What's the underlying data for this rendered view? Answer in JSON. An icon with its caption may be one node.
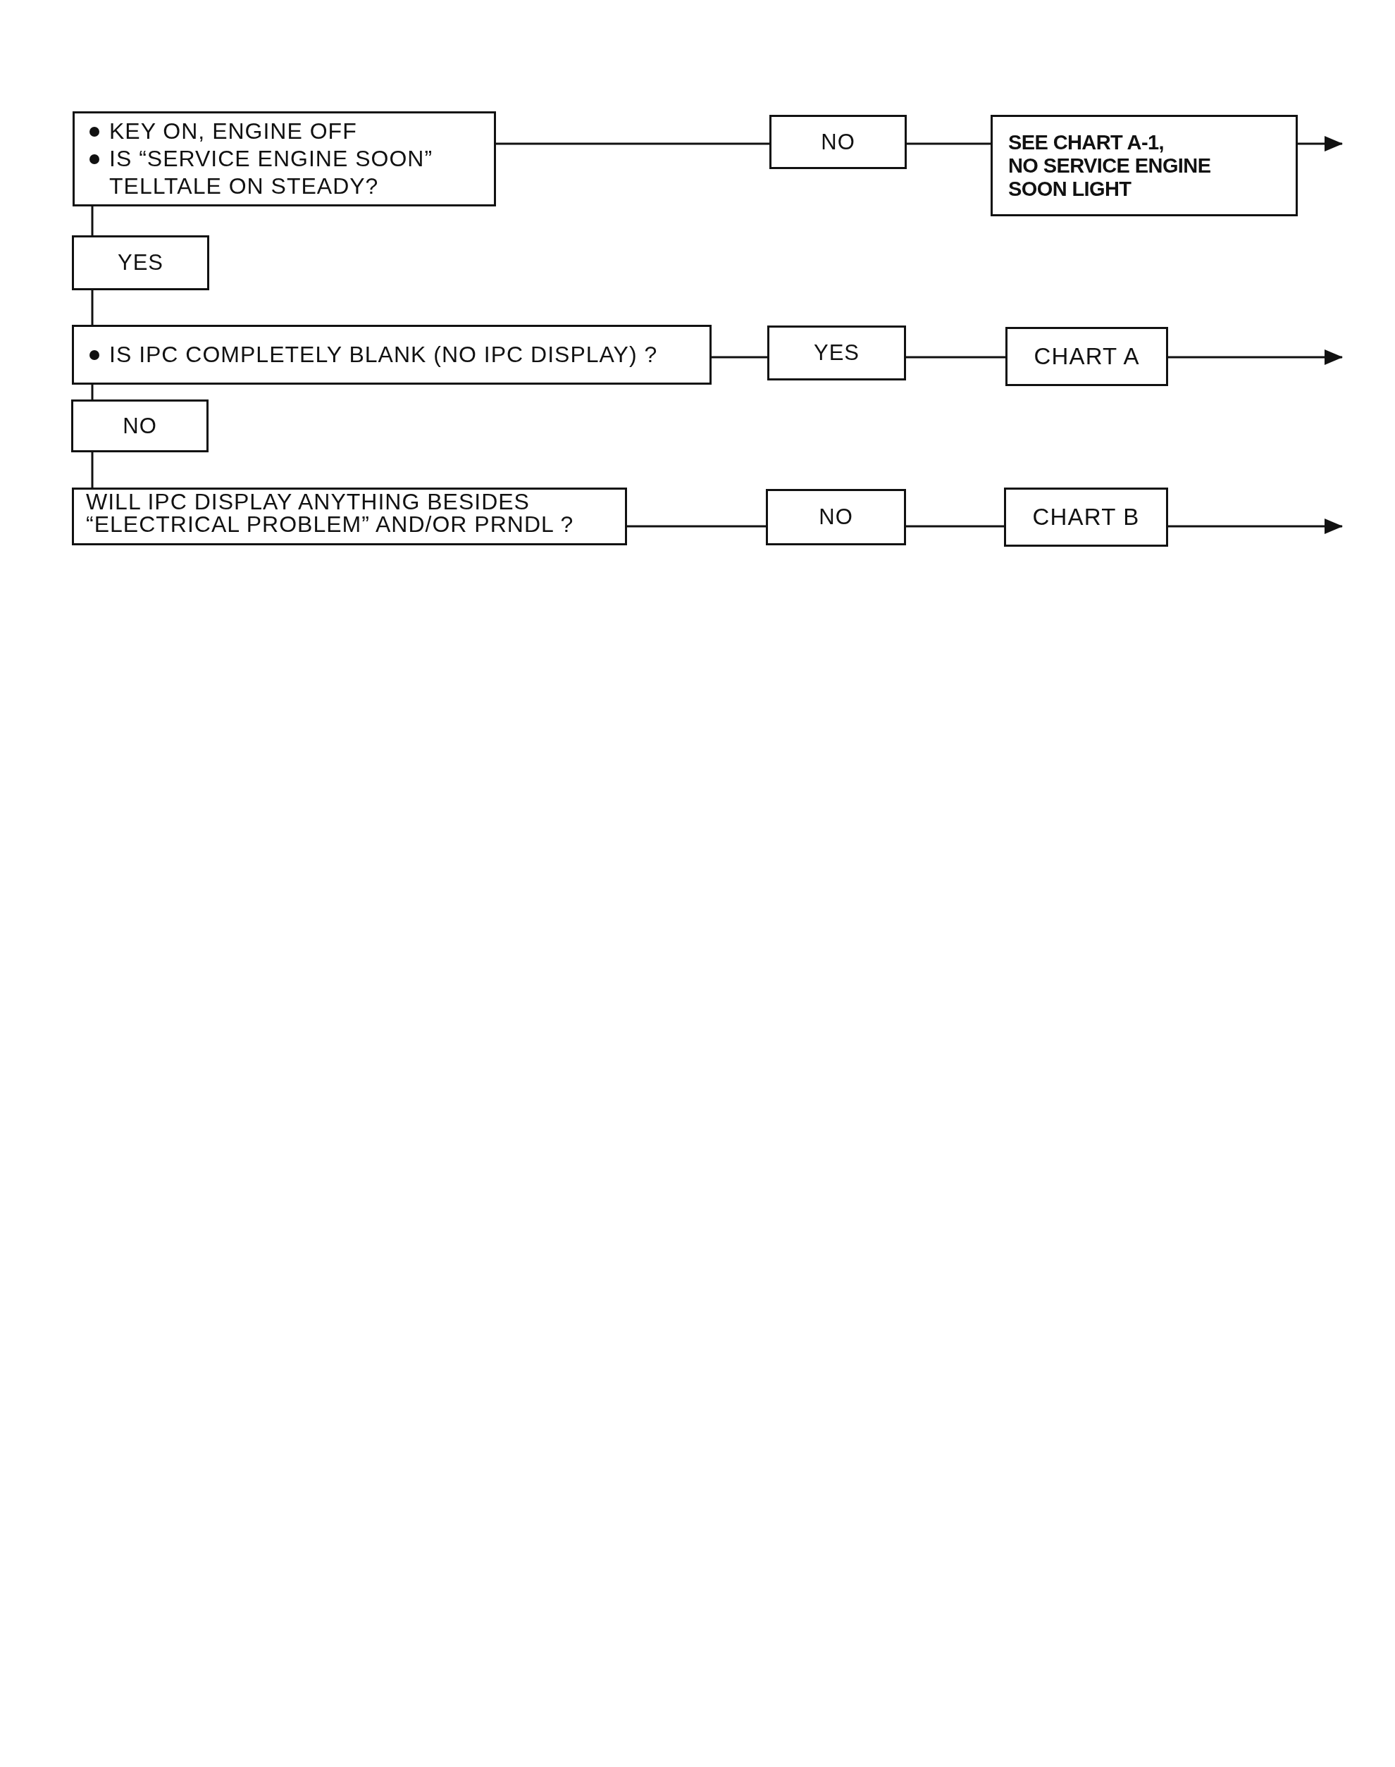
{
  "diagram": {
    "nodes": [
      {
        "text": [
          "KEY ON, ENGINE OFF",
          "IS “SERVICE ENGINE SOON” TELLTALE ON STEADY?"
        ]
      },
      {
        "text": [
          "NO"
        ]
      },
      {
        "text": [
          "SEE CHART A-1, NO SERVICE ENGINE SOON LIGHT"
        ]
      },
      {
        "text": [
          "YES"
        ]
      },
      {
        "text": [
          "IS IPC COMPLETELY BLANK (NO IPC DISPLAY) ?"
        ]
      },
      {
        "text": [
          "YES"
        ]
      },
      {
        "text": [
          "CHART A"
        ]
      },
      {
        "text": [
          "NO"
        ]
      },
      {
        "text": [
          "WILL IPC DISPLAY ANYTHING BESIDES “ELECTRICAL PROBLEM” AND/OR PRNDL ?"
        ]
      },
      {
        "text": [
          "NO"
        ]
      },
      {
        "text": [
          "CHART B"
        ]
      }
    ],
    "edges": [
      {
        "from": 0,
        "to": 1,
        "arrow": "none"
      },
      {
        "from": 1,
        "to": 2,
        "arrow": "none"
      },
      {
        "from": 2,
        "to": null,
        "arrow": "to"
      },
      {
        "from": 0,
        "to": 3,
        "arrow": "none"
      },
      {
        "from": 3,
        "to": 4,
        "arrow": "none"
      },
      {
        "from": 4,
        "to": 5,
        "arrow": "none"
      },
      {
        "from": 5,
        "to": 6,
        "arrow": "none"
      },
      {
        "from": 6,
        "to": null,
        "arrow": "to"
      },
      {
        "from": 4,
        "to": 7,
        "arrow": "none"
      },
      {
        "from": 7,
        "to": 8,
        "arrow": "none"
      },
      {
        "from": 8,
        "to": 9,
        "arrow": "none"
      },
      {
        "from": 9,
        "to": 10,
        "arrow": "none"
      },
      {
        "from": 10,
        "to": null,
        "arrow": "to"
      }
    ]
  }
}
